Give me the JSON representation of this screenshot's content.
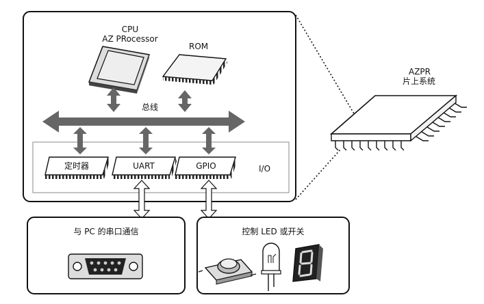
{
  "cpu": {
    "line1": "CPU",
    "line2": "AZ PRocessor"
  },
  "rom": {
    "label": "ROM"
  },
  "bus": {
    "label": "总线"
  },
  "io": {
    "label": "I/O",
    "modules": [
      {
        "label": "定时器"
      },
      {
        "label": "UART"
      },
      {
        "label": "GPIO"
      }
    ]
  },
  "soc_chip": {
    "line1": "AZPR",
    "line2": "片上系统"
  },
  "serial_box": {
    "title": "与 PC 的串口通信"
  },
  "gpio_box": {
    "title": "控制 LED 或开关"
  },
  "seven_segment": {
    "digit": "8"
  }
}
